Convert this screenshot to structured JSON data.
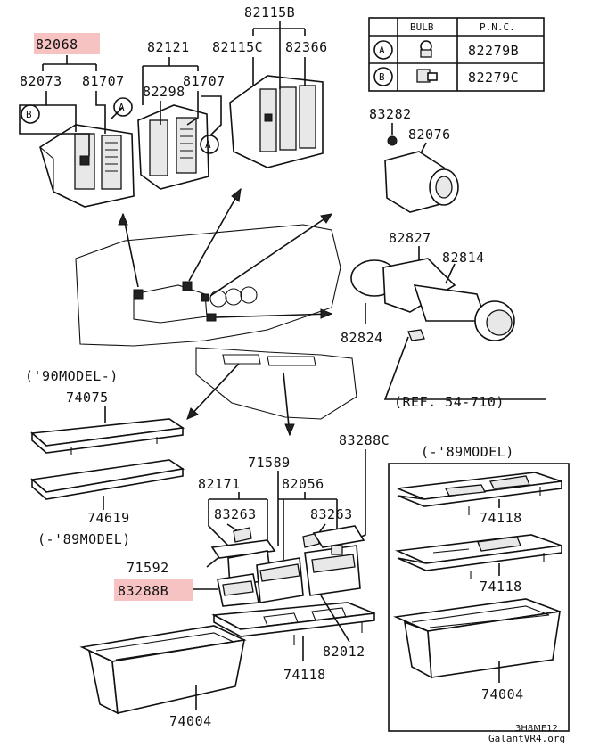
{
  "colors": {
    "highlight": "#f6c2c2",
    "ink": "#111111"
  },
  "labels": {
    "p82068": "82068",
    "p82073": "82073",
    "p81707a": "81707",
    "p82121": "82121",
    "p82298": "82298",
    "p81707b": "81707",
    "p82115b": "82115B",
    "p82115c": "82115C",
    "p82366": "82366",
    "p83282": "83282",
    "p82076": "82076",
    "p82827": "82827",
    "p82814": "82814",
    "p82824": "82824",
    "model90": "('90MODEL-)",
    "p74075": "74075",
    "ref": "(REF. 54-710)",
    "p83288c": "83288C",
    "model89a": "(-'89MODEL)",
    "p71589": "71589",
    "p82171": "82171",
    "p82056": "82056",
    "p83263a": "83263",
    "p83263b": "83263",
    "p74619": "74619",
    "model89b": "(-'89MODEL)",
    "p71592": "71592",
    "p83288b": "83288B",
    "p74118a": "74118",
    "p74118b": "74118",
    "p82012": "82012",
    "p74118c": "74118",
    "p74004a": "74004",
    "p74004b": "74004",
    "code": "3H8ME12",
    "watermark": "GalantVR4.org",
    "circleA1": "A",
    "circleA2": "A",
    "circleB1": "B"
  },
  "bulb_table": {
    "headers": [
      "BULB",
      "P.N.C."
    ],
    "rows": [
      {
        "key": "A",
        "pnc": "82279B",
        "icon": "bulb-wedge-icon"
      },
      {
        "key": "B",
        "pnc": "82279C",
        "icon": "bulb-socket-icon"
      }
    ]
  }
}
